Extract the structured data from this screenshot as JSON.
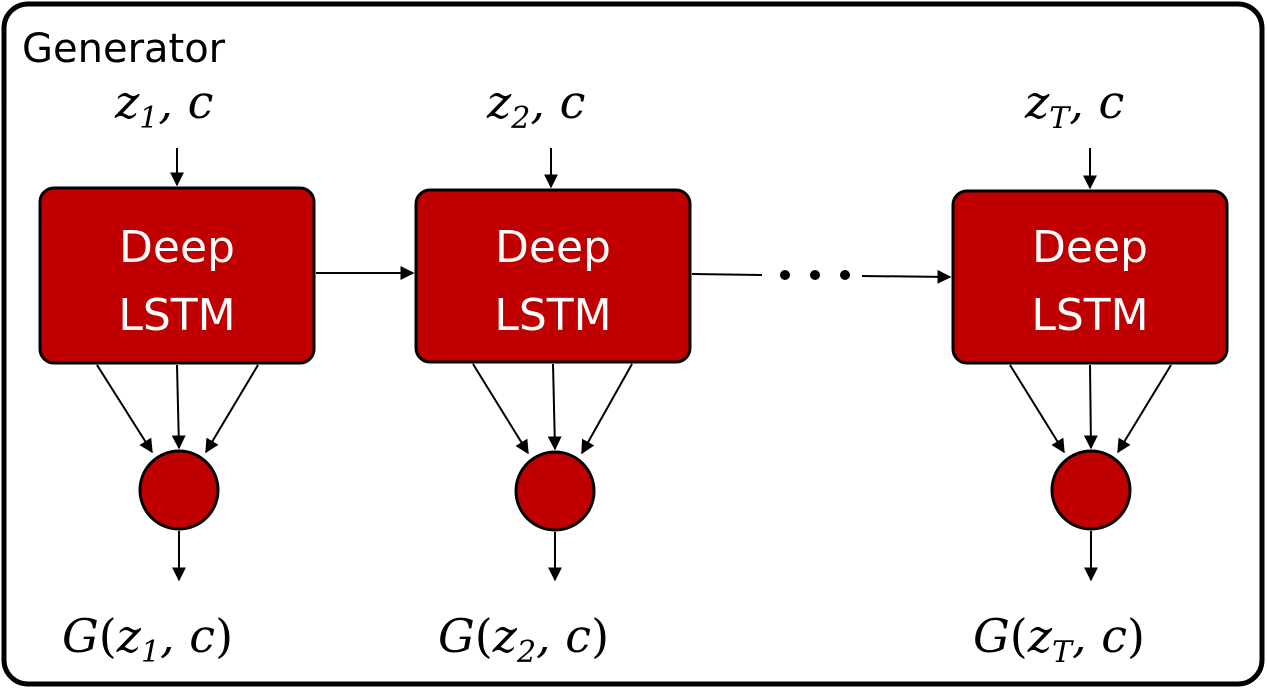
{
  "diagram": {
    "title": "Generator",
    "colors": {
      "box_fill": "#c00000",
      "border": "#000000",
      "box_text": "#ffffff"
    },
    "cells": [
      {
        "box_line1": "Deep",
        "box_line2": "LSTM",
        "input_var": "z",
        "input_sub": "1",
        "input_rest": ", c",
        "output_func": "G",
        "output_open": "(",
        "output_var": "z",
        "output_sub": "1",
        "output_rest": ", c",
        "output_close": ")"
      },
      {
        "box_line1": "Deep",
        "box_line2": "LSTM",
        "input_var": "z",
        "input_sub": "2",
        "input_rest": ", c",
        "output_func": "G",
        "output_open": "(",
        "output_var": "z",
        "output_sub": "2",
        "output_rest": ", c",
        "output_close": ")"
      },
      {
        "box_line1": "Deep",
        "box_line2": "LSTM",
        "input_var": "z",
        "input_sub": "T",
        "input_rest": ", c",
        "output_func": "G",
        "output_open": "(",
        "output_var": "z",
        "output_sub": "T",
        "output_rest": ", c",
        "output_close": ")"
      }
    ],
    "ellipsis_dots": 3
  }
}
